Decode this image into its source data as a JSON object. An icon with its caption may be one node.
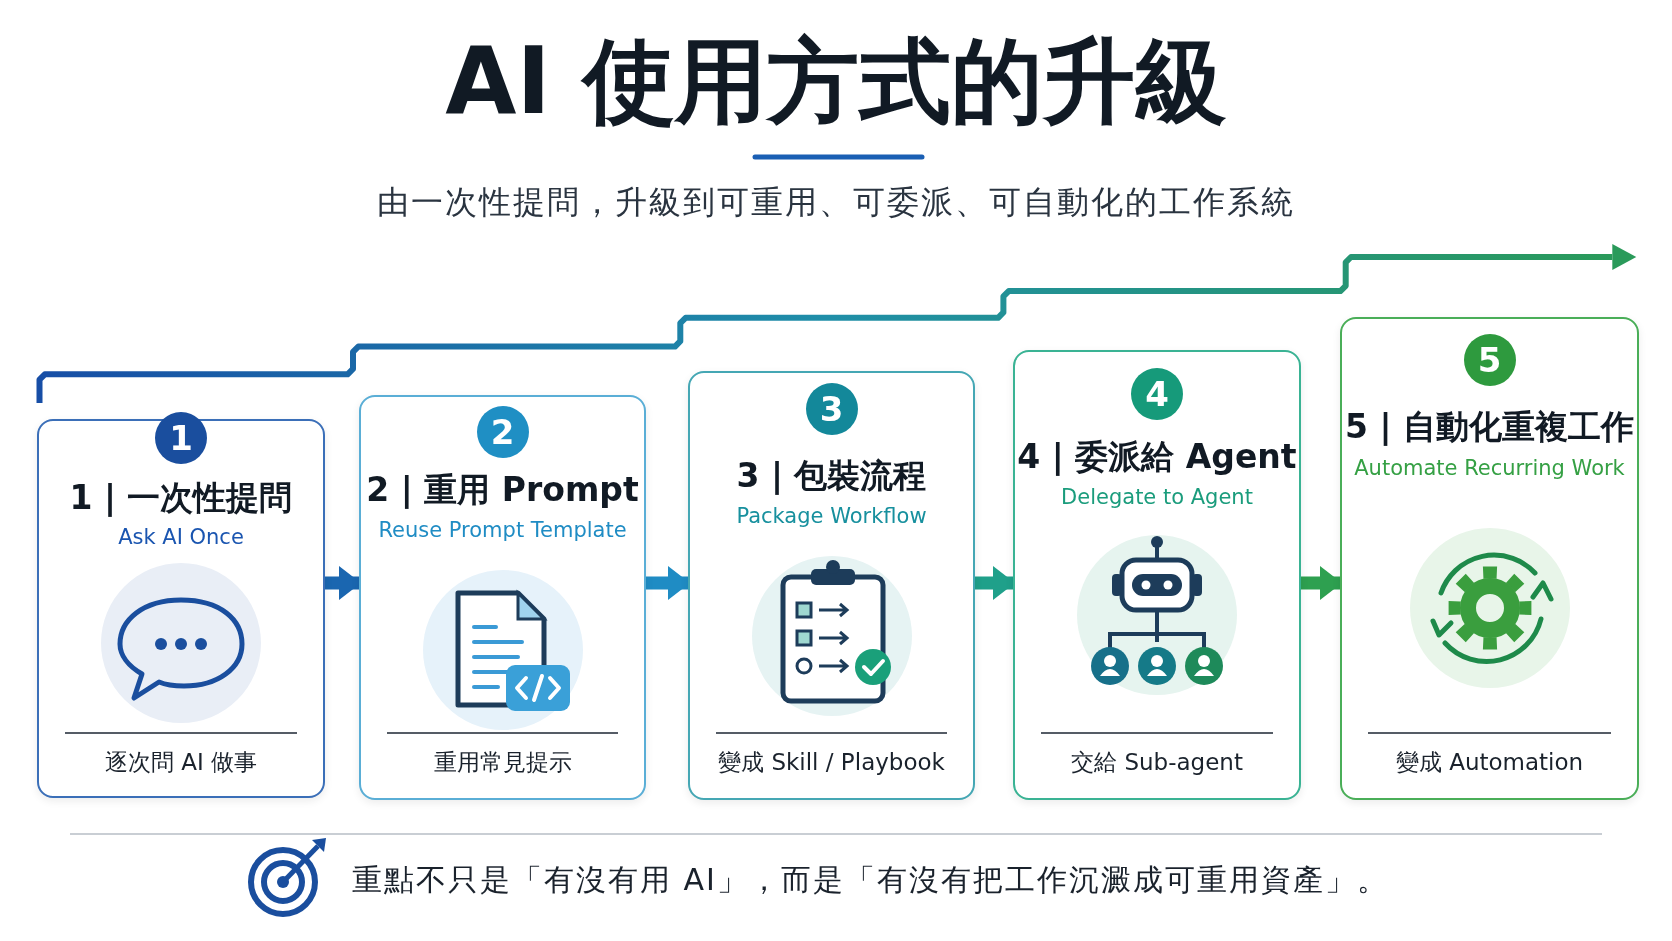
{
  "diagram": {
    "title": "AI 使用方式的升級",
    "caption": "重點不只是「有沒有用 AI」，而是「有沒有把工作沉澱成可重用資產」。",
    "nodes": [
      {
        "text": [
          "1 | 一次性提問",
          "Ask AI Once",
          "逐次問 AI 做事"
        ]
      },
      {
        "text": [
          "1"
        ],
        "in": 0
      },
      {
        "text": [
          "2 | 重用 Prompt",
          "Reuse Prompt Template",
          "重用常見提示"
        ]
      },
      {
        "text": [
          "2"
        ],
        "in": 2
      },
      {
        "text": [
          "3 | 包裝流程",
          "Package Workflow",
          "變成 Skill / Playbook"
        ]
      },
      {
        "text": [
          "3"
        ],
        "in": 4
      },
      {
        "text": [
          "4 | 委派給 Agent",
          "Delegate to Agent",
          "交給 Sub-agent"
        ]
      },
      {
        "text": [
          "4"
        ],
        "in": 6
      },
      {
        "text": [
          "5 | 自動化重複工作",
          "Automate Recurring Work",
          "變成 Automation"
        ]
      },
      {
        "text": [
          "5"
        ],
        "in": 8
      }
    ],
    "edges": [
      {
        "from": 0,
        "to": 2,
        "arrow": "to",
        "color": "#1a66b0"
      },
      {
        "from": 2,
        "to": 4,
        "arrow": "to",
        "color": "#1f8cc4"
      },
      {
        "from": 4,
        "to": 6,
        "arrow": "to",
        "color": "#1fa08a"
      },
      {
        "from": 6,
        "to": 8,
        "arrow": "to",
        "color": "#2ea050"
      }
    ],
    "labels": [
      "由一次性提問，升級到可重用、可委派、可自動化的工作系統"
    ]
  }
}
